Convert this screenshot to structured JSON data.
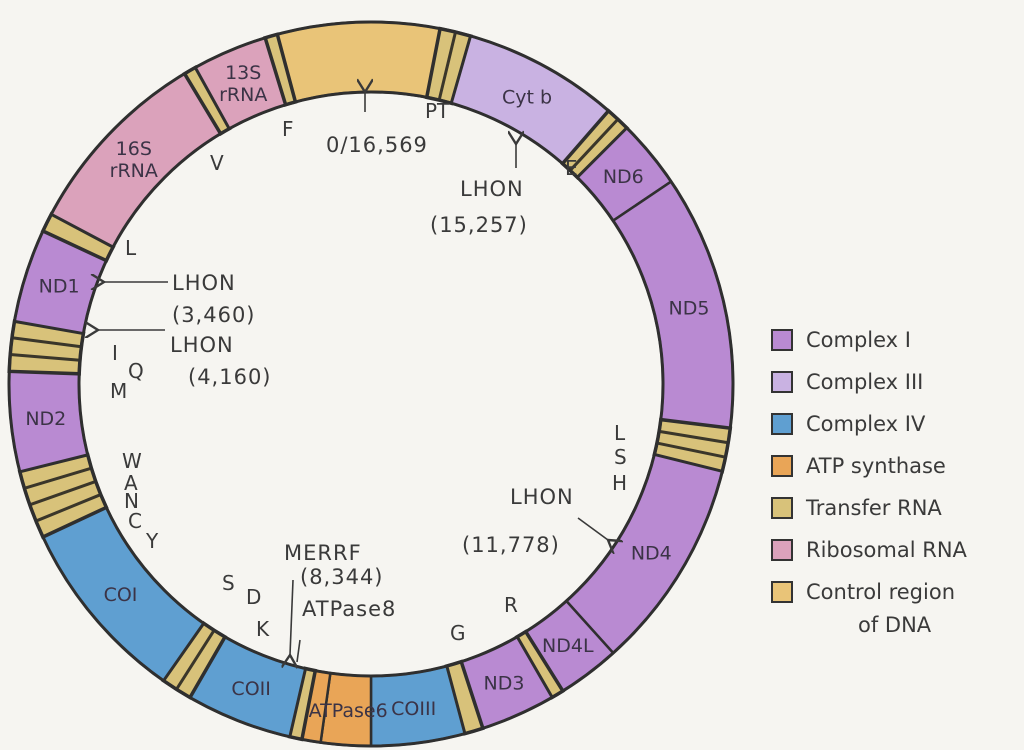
{
  "categories": {
    "complex1": {
      "color": "#b98ad2"
    },
    "complex3": {
      "color": "#c9b2e2"
    },
    "complex4": {
      "color": "#5f9fd1"
    },
    "atp": {
      "color": "#e9a557"
    },
    "trna": {
      "color": "#d8c27a"
    },
    "rrna": {
      "color": "#dba2bb"
    },
    "control": {
      "color": "#e9c478"
    }
  },
  "segments": [
    {
      "name": "control-region",
      "category": "control",
      "label": ""
    },
    {
      "name": "trna-pt",
      "category": "trna",
      "label": ""
    },
    {
      "name": "cytb",
      "category": "complex3",
      "label": "Cyt b"
    },
    {
      "name": "trna-e",
      "category": "trna",
      "label": ""
    },
    {
      "name": "nd6",
      "category": "complex1",
      "label": "ND6"
    },
    {
      "name": "nd5",
      "category": "complex1",
      "label": "ND5"
    },
    {
      "name": "trna-lsh",
      "category": "trna",
      "label": ""
    },
    {
      "name": "nd4",
      "category": "complex1",
      "label": "ND4"
    },
    {
      "name": "nd4l",
      "category": "complex1",
      "label": "ND4L"
    },
    {
      "name": "trna-r",
      "category": "trna",
      "label": ""
    },
    {
      "name": "nd3",
      "category": "complex1",
      "label": "ND3"
    },
    {
      "name": "trna-g",
      "category": "trna",
      "label": ""
    },
    {
      "name": "coiii",
      "category": "complex4",
      "label": "COIII"
    },
    {
      "name": "atpase6",
      "category": "atp",
      "label": "ATPase6"
    },
    {
      "name": "atpase8",
      "category": "atp",
      "label": ""
    },
    {
      "name": "trna-k",
      "category": "trna",
      "label": ""
    },
    {
      "name": "coii",
      "category": "complex4",
      "label": "COII"
    },
    {
      "name": "trna-sd",
      "category": "trna",
      "label": ""
    },
    {
      "name": "coi",
      "category": "complex4",
      "label": "COI"
    },
    {
      "name": "trna-wancy",
      "category": "trna",
      "label": ""
    },
    {
      "name": "nd2",
      "category": "complex1",
      "label": "ND2"
    },
    {
      "name": "trna-iqm",
      "category": "trna",
      "label": ""
    },
    {
      "name": "nd1",
      "category": "complex1",
      "label": "ND1"
    },
    {
      "name": "trna-l",
      "category": "trna",
      "label": ""
    },
    {
      "name": "16s-rrna",
      "category": "rrna",
      "label": "16S rRNA"
    },
    {
      "name": "trna-v",
      "category": "trna",
      "label": ""
    },
    {
      "name": "13s-rrna",
      "category": "rrna",
      "label": "13S rRNA"
    },
    {
      "name": "trna-f",
      "category": "trna",
      "label": ""
    }
  ],
  "trna_letters": [
    "F",
    "V",
    "PT",
    "E",
    "L",
    "I",
    "Q",
    "M",
    "W",
    "A",
    "N",
    "C",
    "Y",
    "L",
    "S",
    "H",
    "R",
    "G",
    "S",
    "D",
    "K"
  ],
  "annotations": {
    "origin": "0/16,569",
    "lhon1_name": "LHON",
    "lhon1_pos": "(15,257)",
    "lhon2_name": "LHON",
    "lhon2_pos": "(3,460)",
    "lhon3_name": "LHON",
    "lhon3_pos": "(4,160)",
    "lhon4_name": "LHON",
    "lhon4_pos": "(11,778)",
    "merrf_name": "MERRF",
    "merrf_pos": "(8,344)",
    "atpase8": "ATPase8"
  },
  "legend": [
    {
      "label": "Complex I",
      "category": "complex1"
    },
    {
      "label": "Complex III",
      "category": "complex3"
    },
    {
      "label": "Complex IV",
      "category": "complex4"
    },
    {
      "label": "ATP synthase",
      "category": "atp"
    },
    {
      "label": "Transfer RNA",
      "category": "trna"
    },
    {
      "label": "Ribosomal RNA",
      "category": "rrna"
    },
    {
      "label": "Control region",
      "label2": "of DNA",
      "category": "control"
    }
  ]
}
